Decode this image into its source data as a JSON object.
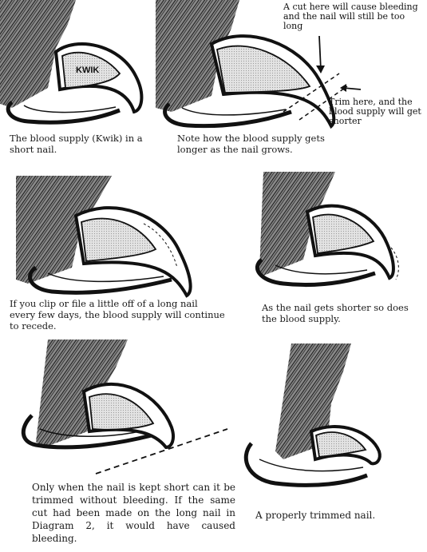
{
  "panels": [
    {
      "id": "short-nail",
      "caption": "The blood supply (Kwik) in a short nail.",
      "label": "KWIK"
    },
    {
      "id": "long-nail",
      "caption": "Note how the blood supply gets longer as the nail grows.",
      "annotation_cut": "A cut here will cause bleeding and the nail will still be too long",
      "annotation_trim": "Trim here, and the blood supply will get shorter"
    },
    {
      "id": "receding",
      "caption": "If you clip or file a little off of a long nail every few days, the blood supply will continue to recede."
    },
    {
      "id": "shorter",
      "caption": "As the nail gets shorter so does the blood supply."
    },
    {
      "id": "trim-line",
      "caption": "Only when the nail is kept short can it be trimmed without bleeding. If the same cut had been made on the long nail in Diagram 2, it would have caused bleeding."
    },
    {
      "id": "trimmed",
      "caption": "A properly trimmed nail."
    }
  ],
  "colors": {
    "ink": "#111111",
    "quick_fill": "#d9d9d9",
    "fur": "#2b2b2b"
  }
}
